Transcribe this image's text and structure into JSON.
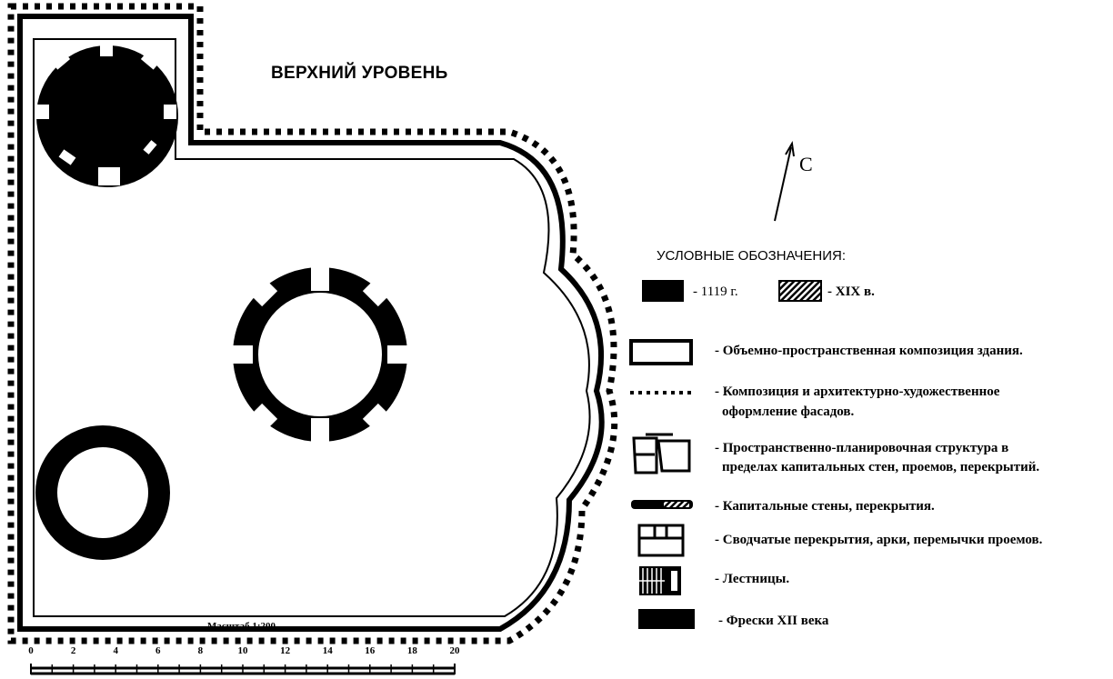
{
  "plan": {
    "title": "ВЕРХНИЙ УРОВЕНЬ",
    "north_label": "С"
  },
  "legend": {
    "title": "УСЛОВНЫЕ ОБОЗНАЧЕНИЯ:",
    "periods": [
      {
        "label": "- 1119 г.",
        "pattern": "solid-black"
      },
      {
        "label": "- XIX в.",
        "pattern": "hatched"
      }
    ],
    "items": [
      {
        "icon": "outline-rectangle-icon",
        "lines": [
          "- Объемно-пространственная композиция здания."
        ]
      },
      {
        "icon": "dotted-line-icon",
        "lines": [
          "- Композиция и архитектурно-художественное",
          "оформление фасадов."
        ]
      },
      {
        "icon": "floor-plan-icon",
        "lines": [
          "- Пространственно-планировочная структура  в",
          "пределах капитальных стен,  проемов,  перекрытий."
        ]
      },
      {
        "icon": "wall-bar-icon",
        "lines": [
          "- Капитальные стены, перекрытия."
        ]
      },
      {
        "icon": "vault-icon",
        "lines": [
          "- Сводчатые перекрытия, арки, перемычки проемов."
        ]
      },
      {
        "icon": "stairs-icon",
        "lines": [
          "- Лестницы."
        ]
      },
      {
        "icon": "fresco-block-icon",
        "lines": [
          "- Фрески XII века"
        ]
      }
    ]
  },
  "scale": {
    "title": "Масштаб 1:200",
    "ticks": [
      "0",
      "2",
      "4",
      "6",
      "8",
      "10",
      "12",
      "14",
      "16",
      "18",
      "20"
    ]
  },
  "colors": {
    "ink": "#000000",
    "paper": "#ffffff"
  }
}
